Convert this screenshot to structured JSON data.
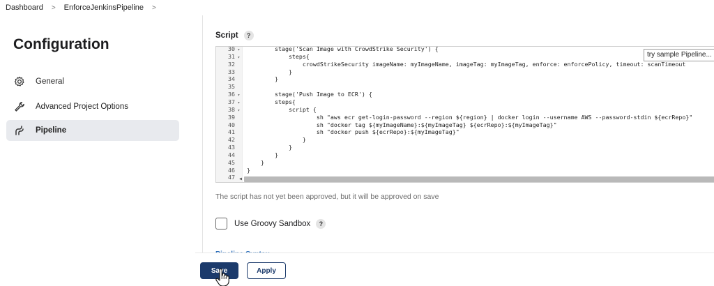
{
  "breadcrumb": {
    "items": [
      "Dashboard",
      "EnforceJenkinsPipeline"
    ],
    "separator": ">"
  },
  "sidebar": {
    "title": "Configuration",
    "items": [
      {
        "label": "General",
        "icon": "gear-icon",
        "active": false
      },
      {
        "label": "Advanced Project Options",
        "icon": "wrench-icon",
        "active": false
      },
      {
        "label": "Pipeline",
        "icon": "pipeline-icon",
        "active": true
      }
    ]
  },
  "main": {
    "script_label": "Script",
    "help_glyph": "?",
    "sample_dropdown": "try sample Pipeline...",
    "code_lines": [
      {
        "n": "30",
        "fold": true,
        "text": "        stage('Scan Image with CrowdStrike Security') {"
      },
      {
        "n": "31",
        "fold": true,
        "text": "            steps{"
      },
      {
        "n": "32",
        "fold": false,
        "text": "                crowdStrikeSecurity imageName: myImageName, imageTag: myImageTag, enforce: enforcePolicy, timeout: scanTimeout"
      },
      {
        "n": "33",
        "fold": false,
        "text": "            }"
      },
      {
        "n": "34",
        "fold": false,
        "text": "        }"
      },
      {
        "n": "35",
        "fold": false,
        "text": ""
      },
      {
        "n": "36",
        "fold": true,
        "text": "        stage('Push Image to ECR') {"
      },
      {
        "n": "37",
        "fold": true,
        "text": "        steps{"
      },
      {
        "n": "38",
        "fold": true,
        "text": "            script {"
      },
      {
        "n": "39",
        "fold": false,
        "text": "                    sh \"aws ecr get-login-password --region ${region} | docker login --username AWS --password-stdin ${ecrRepo}\""
      },
      {
        "n": "40",
        "fold": false,
        "text": "                    sh \"docker tag ${myImageName}:${myImageTag} ${ecrRepo}:${myImageTag}\""
      },
      {
        "n": "41",
        "fold": false,
        "text": "                    sh \"docker push ${ecrRepo}:${myImageTag}\""
      },
      {
        "n": "42",
        "fold": false,
        "text": "                }"
      },
      {
        "n": "43",
        "fold": false,
        "text": "            }"
      },
      {
        "n": "44",
        "fold": false,
        "text": "        }"
      },
      {
        "n": "45",
        "fold": false,
        "text": "    }"
      },
      {
        "n": "46",
        "fold": false,
        "text": "}"
      },
      {
        "n": "47",
        "fold": false,
        "text": ""
      }
    ],
    "approval_note": "The script has not yet been approved, but it will be approved on save",
    "groovy_sandbox_label": "Use Groovy Sandbox",
    "groovy_sandbox_checked": false,
    "pipeline_syntax_link": "Pipeline Syntax"
  },
  "footer": {
    "save_label": "Save",
    "apply_label": "Apply"
  },
  "colors": {
    "primary": "#1b3a6b",
    "active_bg": "#e8eaee",
    "link": "#2a6ebb"
  }
}
